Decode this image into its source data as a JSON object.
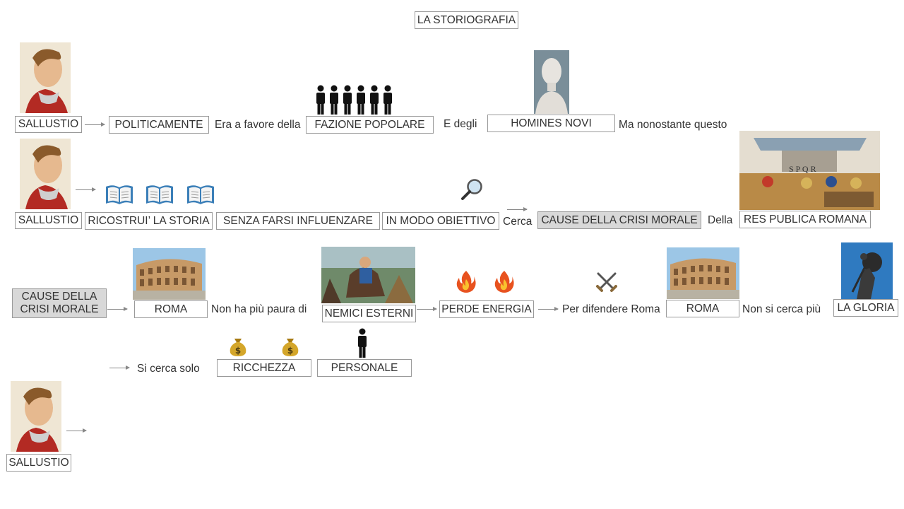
{
  "title": "LA STORIOGRAFIA",
  "row1": {
    "sallustio": "SALLUSTIO",
    "politicamente": "POLITICAMENTE",
    "t_favore": "Era a favore della",
    "fazione": "FAZIONE POPOLARE",
    "t_degli": "E degli",
    "homines": "HOMINES NOVI",
    "t_nonostante": "Ma nonostante questo"
  },
  "row2": {
    "sallustio": "SALLUSTIO",
    "ricostrui": "RICOSTRUI’ LA STORIA",
    "senza": "SENZA FARSI INFLUENZARE",
    "modo": "IN MODO OBIETTIVO",
    "t_cerca": "Cerca",
    "cause": "CAUSE DELLA CRISI MORALE",
    "t_della": "Della",
    "res": "RES PUBLICA ROMANA"
  },
  "row3": {
    "cause": "CAUSE DELLA CRISI MORALE",
    "roma1": "ROMA",
    "t_paura": "Non ha più paura di",
    "nemici": "NEMICI ESTERNI",
    "perde": "PERDE ENERGIA",
    "t_difendere": "Per difendere Roma",
    "roma2": "ROMA",
    "t_nonsicerca": "Non si cerca più",
    "gloria": "LA GLORIA"
  },
  "row4": {
    "t_solo": "Si cerca solo",
    "ricchezza": "RICCHEZZA",
    "personale": "PERSONALE"
  },
  "row5": {
    "sallustio": "SALLUSTIO"
  },
  "icons": {
    "people": "people-icon",
    "book": "open-book-icon",
    "magnifier": "magnifying-glass-icon",
    "fire": "fire-icon",
    "swords": "crossed-swords-icon",
    "money": "money-bag-icon",
    "person": "person-icon"
  },
  "colors": {
    "border": "#9a9a9a",
    "highlight": "#d8d8d8",
    "arrow": "#888888"
  }
}
